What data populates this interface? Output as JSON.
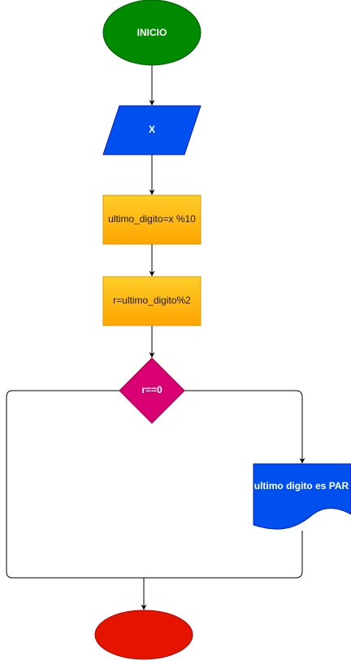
{
  "nodes": {
    "start": {
      "label": "INICIO",
      "color": "#008a00"
    },
    "input": {
      "label": "X",
      "color": "#0050ef"
    },
    "process1": {
      "label": "ultimo_digito=x %10",
      "color": "#ffb820"
    },
    "process2": {
      "label": "r=ultimo_digito%2",
      "color": "#ffb820"
    },
    "decision": {
      "label": "r==0",
      "color": "#d80073"
    },
    "output": {
      "label": "ultimo digito es PAR",
      "color": "#0050ef"
    },
    "end": {
      "label": "",
      "color": "#e51400"
    }
  },
  "edge_color": "#000000"
}
